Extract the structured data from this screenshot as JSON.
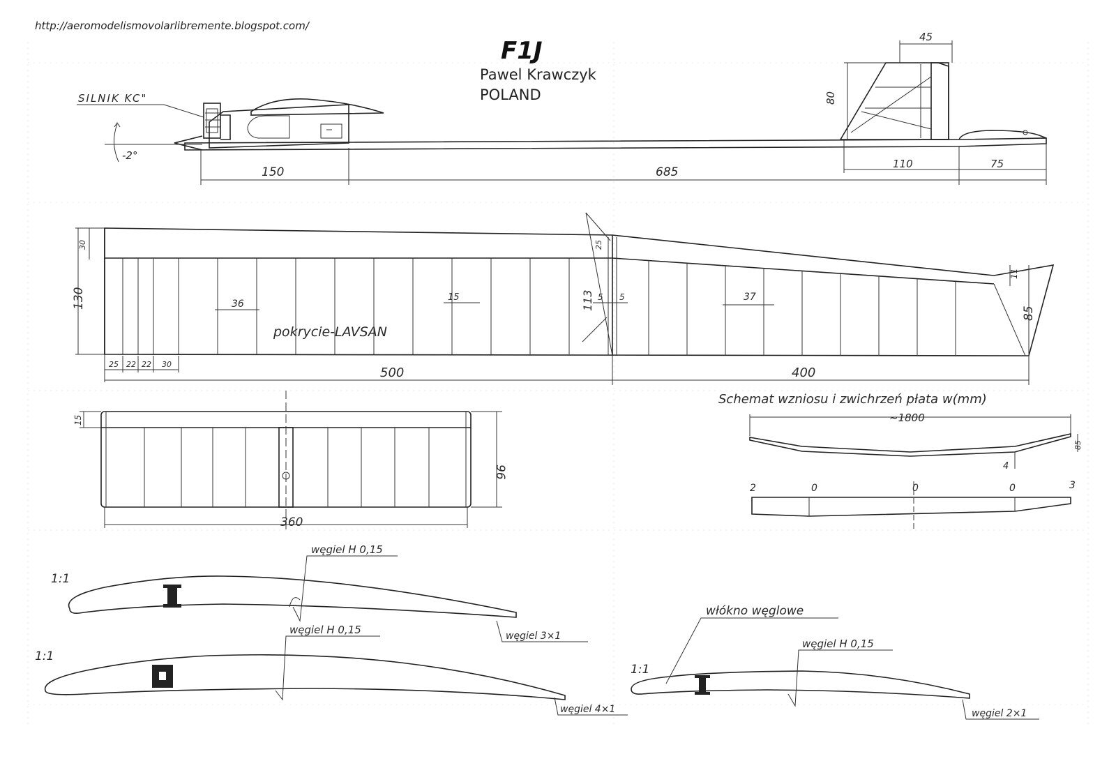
{
  "header": {
    "url": "http://aeromodelismovolarlibremente.blogspot.com/",
    "title": "F1J",
    "author": "Pawel Krawczyk",
    "country": "POLAND"
  },
  "fuselage": {
    "engine_label": "SILNIK KC\"",
    "thrust_angle": "-2°",
    "dim_nose": "150",
    "dim_boom": "685",
    "dim_fin_width": "45",
    "dim_fin_height": "80",
    "dim_fin_base": "110",
    "dim_stab_mount": "75"
  },
  "wing": {
    "covering": "pokrycie-LAVSAN",
    "dim_root_chord": "130",
    "dim_le_depth": "30",
    "dim_rib_spacing_center": "36",
    "dim_spar_offset": "15",
    "dim_panel_chord": "113",
    "dim_break_top": "25",
    "dim_break_left": "5",
    "dim_break_right": "5",
    "dim_rib_spacing_tip": "37",
    "dim_tip_chord": "85",
    "dim_tip_offset": "11",
    "root_ribs": [
      "25",
      "22",
      "22",
      "30"
    ],
    "dim_inner_span": "500",
    "dim_outer_span": "400"
  },
  "stabilizer": {
    "dim_le": "15",
    "dim_chord": "96",
    "dim_span": "360"
  },
  "schematic": {
    "title": "Schemat wzniosu i zwichrzeń płata w(mm)",
    "dim_span": "~1800",
    "dim_tip_rise": "85",
    "dim_center_rise": "4",
    "twist_values": [
      "2",
      "0",
      "0",
      "0",
      "3"
    ]
  },
  "airfoils": {
    "scale_1": "1:1",
    "scale_2": "1:1",
    "scale_3": "1:1",
    "wing_spar": "węgiel H 0,15",
    "wing_te": "węgiel 3×1",
    "stab_spar": "węgiel H 0,15",
    "stab_te": "węgiel 4×1",
    "fin_le": "włókno węglowe",
    "fin_spar": "węgiel H 0,15",
    "fin_te": "węgiel 2×1"
  }
}
